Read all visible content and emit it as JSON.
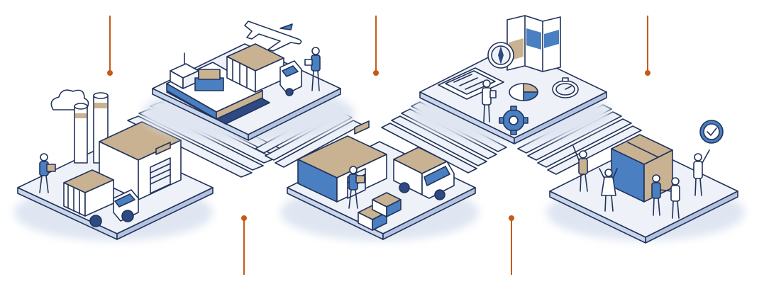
{
  "palette": {
    "ink": "#22335a",
    "primary_blue": "#4a7fc1",
    "deep_blue": "#2d4a82",
    "tan": "#c9b292",
    "platform": "#eef2f8",
    "accent": "#c45a1a",
    "background": "#ffffff"
  },
  "stages": [
    {
      "id": "factory",
      "icons": [
        "factory-icon",
        "chimney-icon",
        "cloud-icon",
        "garbage-truck-icon",
        "worker-carrying-box-icon"
      ]
    },
    {
      "id": "shipping",
      "icons": [
        "cargo-ship-icon",
        "containers-icon",
        "airplane-icon",
        "truck-icon",
        "worker-clipboard-icon"
      ]
    },
    {
      "id": "warehouse",
      "icons": [
        "warehouse-icon",
        "boxes-icon",
        "van-icon",
        "worker-carrying-box-icon"
      ]
    },
    {
      "id": "planning",
      "icons": [
        "map-icon",
        "compass-icon",
        "clipboard-icon",
        "pie-chart-icon",
        "stopwatch-icon",
        "gear-icon",
        "person-icon"
      ]
    },
    {
      "id": "delivery",
      "icons": [
        "box-icon",
        "checkmark-icon",
        "people-celebrating-icon",
        "handshake-icon"
      ]
    }
  ],
  "callouts": [
    {
      "id": "factory",
      "direction": "up"
    },
    {
      "id": "warehouse",
      "direction": "down"
    },
    {
      "id": "shipping",
      "direction": "up"
    },
    {
      "id": "delivery",
      "direction": "down"
    },
    {
      "id": "planning",
      "direction": "up"
    }
  ]
}
